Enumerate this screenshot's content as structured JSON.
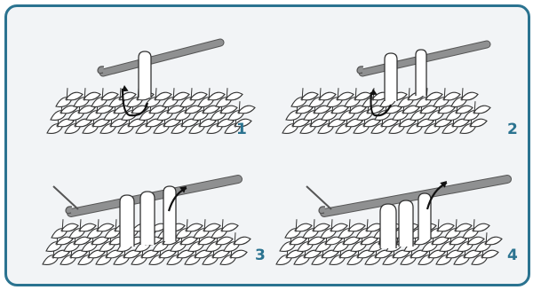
{
  "colors": {
    "border": "#2b7390",
    "background": "#f2f4f6",
    "stitch_fill": "#ffffff",
    "stitch_stroke": "#333333",
    "hook": "#8f9091",
    "arrow": "#111111",
    "step_number": "#2b7390"
  },
  "steps": [
    {
      "number": "1"
    },
    {
      "number": "2"
    },
    {
      "number": "3"
    },
    {
      "number": "4"
    }
  ]
}
